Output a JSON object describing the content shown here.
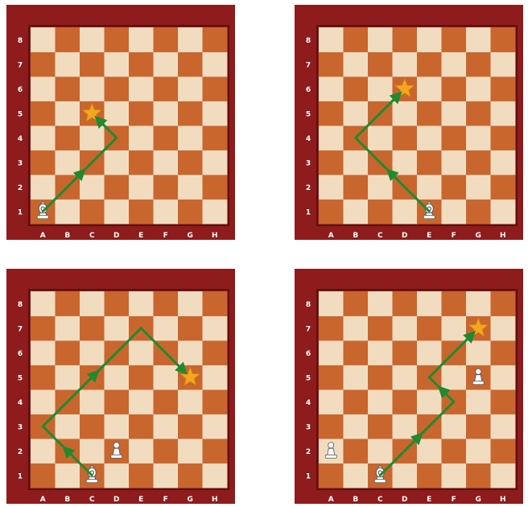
{
  "files": [
    "A",
    "B",
    "C",
    "D",
    "E",
    "F",
    "G",
    "H"
  ],
  "ranks": [
    "1",
    "2",
    "3",
    "4",
    "5",
    "6",
    "7",
    "8"
  ],
  "colors": {
    "frame": "#8e1c1c",
    "light_square": "#f2dcc0",
    "dark_square": "#c8662e",
    "arrow": "#1f8a2e",
    "star": "#f3a71f",
    "coord_text": "#ffffff"
  },
  "boards": [
    {
      "name": "board-top-left",
      "pieces": [
        {
          "type": "bishop",
          "color": "white",
          "square": "A1"
        }
      ],
      "path": [
        "A1",
        "D4",
        "C5"
      ],
      "star": "C5"
    },
    {
      "name": "board-top-right",
      "pieces": [
        {
          "type": "bishop",
          "color": "white",
          "square": "E1"
        }
      ],
      "path": [
        "E1",
        "B4",
        "D6"
      ],
      "star": "D6"
    },
    {
      "name": "board-bottom-left",
      "pieces": [
        {
          "type": "bishop",
          "color": "white",
          "square": "C1"
        },
        {
          "type": "pawn",
          "color": "white",
          "square": "D2"
        }
      ],
      "path": [
        "C1",
        "A3",
        "E7",
        "G5"
      ],
      "star": "G5"
    },
    {
      "name": "board-bottom-right",
      "pieces": [
        {
          "type": "bishop",
          "color": "white",
          "square": "C1"
        },
        {
          "type": "pawn",
          "color": "white",
          "square": "A2"
        },
        {
          "type": "pawn",
          "color": "white",
          "square": "G5"
        }
      ],
      "path": [
        "C1",
        "F4",
        "E5",
        "G7"
      ],
      "star": "G7"
    }
  ]
}
